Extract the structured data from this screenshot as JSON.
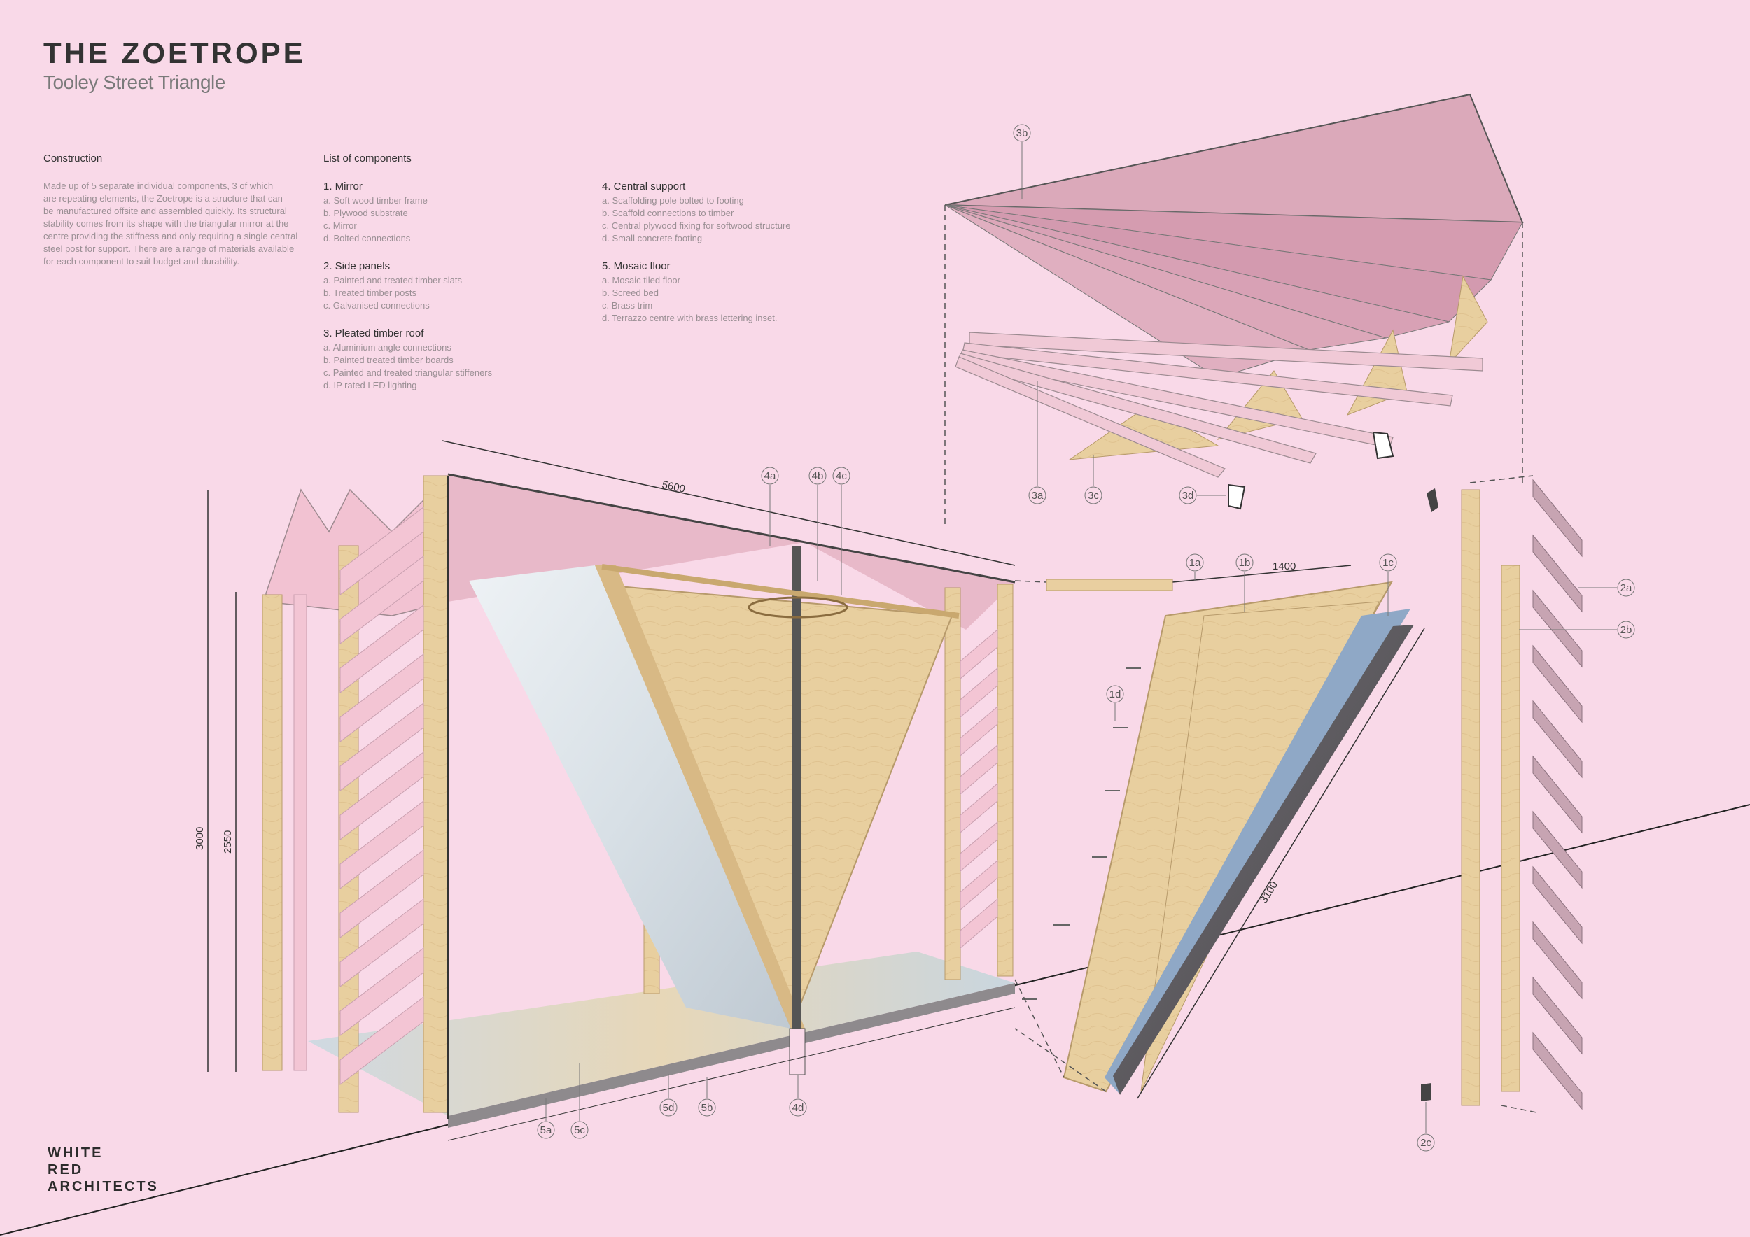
{
  "header": {
    "title": "THE ZOETROPE",
    "subtitle": "Tooley Street Triangle"
  },
  "construction": {
    "heading": "Construction",
    "lines": [
      "Made up of 5 separate individual components, 3 of which",
      "are repeating elements, the Zoetrope is a structure that can",
      "be manufactured offsite and assembled quickly. Its structural",
      "stability comes from its shape with the triangular mirror at the",
      "centre providing the stiffness and only requiring a single central",
      "steel post for support. There are a range of materials available",
      "for each component to suit budget and durability."
    ]
  },
  "components": {
    "heading": "List of components",
    "col1": [
      {
        "title": "1. Mirror",
        "items": [
          "a. Soft wood timber frame",
          "b. Plywood substrate",
          "c. Mirror",
          "d. Bolted connections"
        ]
      },
      {
        "title": "2. Side panels",
        "items": [
          "a. Painted and treated timber slats",
          "b. Treated timber posts",
          "c. Galvanised connections"
        ]
      },
      {
        "title": "3. Pleated timber roof",
        "items": [
          "a. Aluminium angle connections",
          "b. Painted treated timber boards",
          "c. Painted and treated triangular stiffeners",
          "d. IP rated LED lighting"
        ]
      }
    ],
    "col2": [
      {
        "title": "4. Central support",
        "items": [
          "a. Scaffolding pole bolted to footing",
          "b. Scaffold connections to timber",
          "c. Central plywood fixing for softwood structure",
          "d. Small concrete footing"
        ]
      },
      {
        "title": "5. Mosaic floor",
        "items": [
          "a. Mosaic tiled floor",
          "b. Screed bed",
          "c. Brass trim",
          "d. Terrazzo centre with brass lettering inset."
        ]
      }
    ]
  },
  "dimensions": {
    "length": "5600",
    "height_total": "3000",
    "height_clear": "2550",
    "mirror_width": "1400",
    "mirror_length": "3100"
  },
  "callouts": {
    "c3b": "3b",
    "c3a": "3a",
    "c3c": "3c",
    "c3d": "3d",
    "c4a": "4a",
    "c4b": "4b",
    "c4c": "4c",
    "c4d": "4d",
    "c1a": "1a",
    "c1b": "1b",
    "c1c": "1c",
    "c1d": "1d",
    "c2a": "2a",
    "c2b": "2b",
    "c2c": "2c",
    "c5a": "5a",
    "c5b": "5b",
    "c5c": "5c",
    "c5d": "5d"
  },
  "logo": [
    "WHITE",
    "RED",
    "ARCHITECTS"
  ],
  "colors": {
    "background": "#f9d9e8",
    "timber": "#e9cfa0",
    "pink_panel": "#f0c7d6",
    "roof": "#d9a3b6",
    "mirror": "#dfe6ec"
  }
}
